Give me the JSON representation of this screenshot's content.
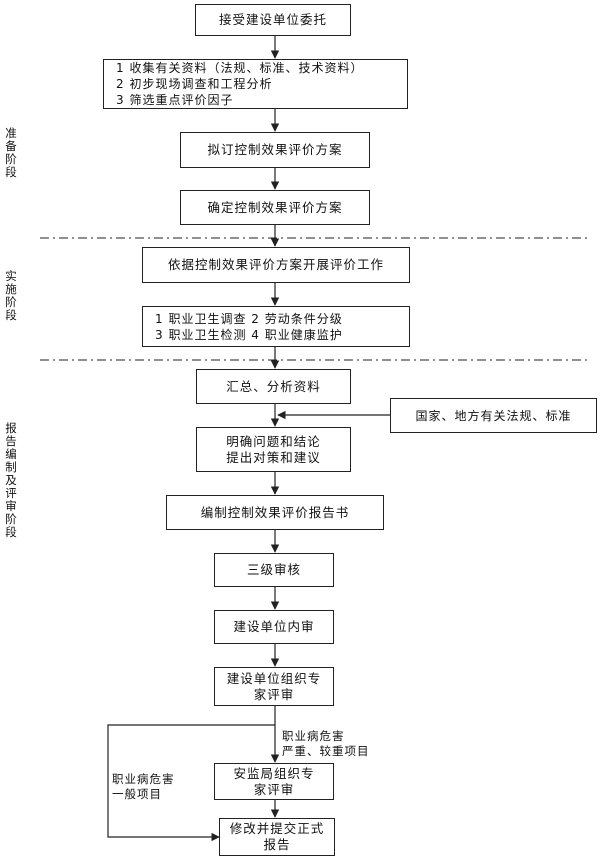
{
  "stages": {
    "prep": "准\n备\n阶\n段",
    "impl": "实\n施\n阶\n段",
    "report": "报\n告\n编\n制\n及\n评\n审\n阶\n段"
  },
  "boxes": {
    "b1": "接受建设单位委托",
    "b2": "1  收集有关资料（法规、标准、技术资料）\n2  初步现场调查和工程分析\n3  筛选重点评价因子",
    "b3": "拟订控制效果评价方案",
    "b4": "确定控制效果评价方案",
    "b5": "依据控制效果评价方案开展评价工作",
    "b6": "1 职业卫生调查      2 劳动条件分级\n3 职业卫生检测      4 职业健康监护",
    "b7": "汇总、分析资料",
    "b8": "国家、地方有关法规、标准",
    "b9": "明确问题和结论\n提出对策和建议",
    "b10": "编制控制效果评价报告书",
    "b11": "三级审核",
    "b12": "建设单位内审",
    "b13": "建设单位组织专\n家评审",
    "b14": "安监局组织专\n家评审",
    "b15": "修改并提交正式\n报告"
  },
  "labels": {
    "severe": "职业病危害\n严重、较重项目",
    "general": "职业病危害\n一般项目"
  }
}
